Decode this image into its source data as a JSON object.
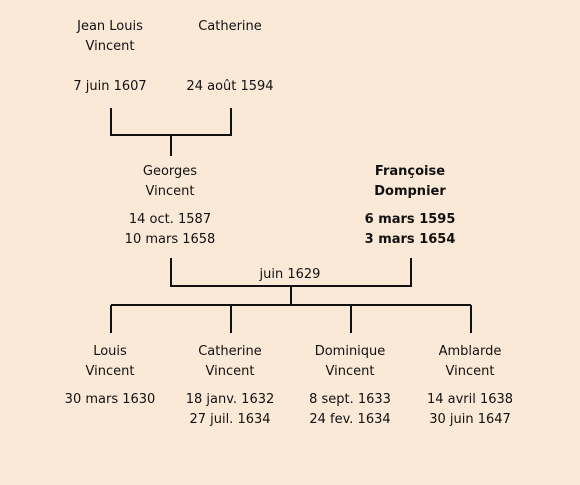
{
  "grandparents": {
    "father": {
      "given": "Jean Louis",
      "surname": "Vincent",
      "birth": "7 juin 1607"
    },
    "mother": {
      "given": "Catherine",
      "surname": "",
      "birth": "24 août 1594"
    }
  },
  "parents": {
    "father": {
      "given": "Georges",
      "surname": "Vincent",
      "birth": "14 oct. 1587",
      "death": "10 mars 1658"
    },
    "mother": {
      "given": "Françoise",
      "surname": "Dompnier",
      "birth": "6 mars 1595",
      "death": "3 mars 1654"
    },
    "marriage": "juin 1629"
  },
  "children": [
    {
      "given": "Louis",
      "surname": "Vincent",
      "birth": "30 mars 1630",
      "death": ""
    },
    {
      "given": "Catherine",
      "surname": "Vincent",
      "birth": "18 janv. 1632",
      "death": "27 juil. 1634"
    },
    {
      "given": "Dominique",
      "surname": "Vincent",
      "birth": "8 sept. 1633",
      "death": "24 fev. 1634"
    },
    {
      "given": "Amblarde",
      "surname": "Vincent",
      "birth": "14 avril 1638",
      "death": "30 juin 1647"
    }
  ],
  "colors": {
    "background": "#fbe9d7",
    "line": "#111111",
    "text": "#111111"
  }
}
